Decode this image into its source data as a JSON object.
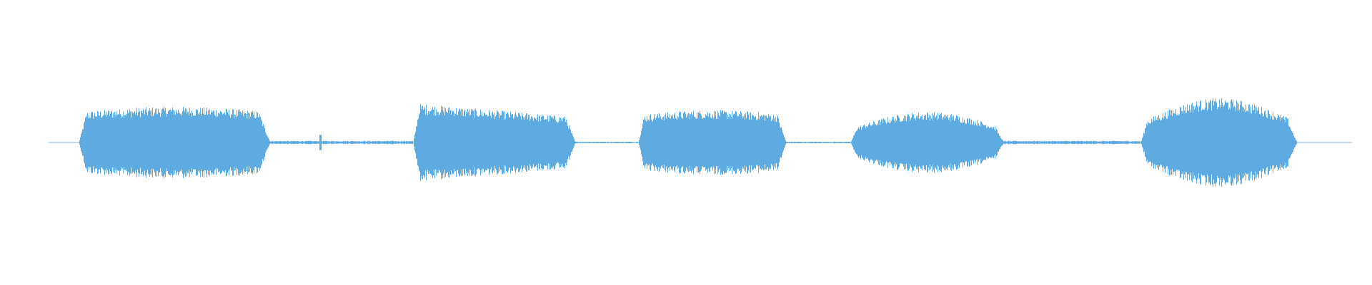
{
  "waveform": {
    "color": "#5dabe1",
    "segments": [
      {
        "kind": "burst",
        "amplitude": 0.42,
        "shape": "plateau"
      },
      {
        "kind": "quiet",
        "amplitude": 0.02,
        "click": true
      },
      {
        "kind": "burst",
        "amplitude": 0.46,
        "shape": "front-loaded"
      },
      {
        "kind": "quiet",
        "amplitude": 0.01
      },
      {
        "kind": "burst",
        "amplitude": 0.38,
        "shape": "plateau"
      },
      {
        "kind": "quiet",
        "amplitude": 0.01
      },
      {
        "kind": "burst",
        "amplitude": 0.36,
        "shape": "rounded"
      },
      {
        "kind": "quiet",
        "amplitude": 0.02
      },
      {
        "kind": "burst",
        "amplitude": 0.52,
        "shape": "rounded"
      }
    ]
  }
}
